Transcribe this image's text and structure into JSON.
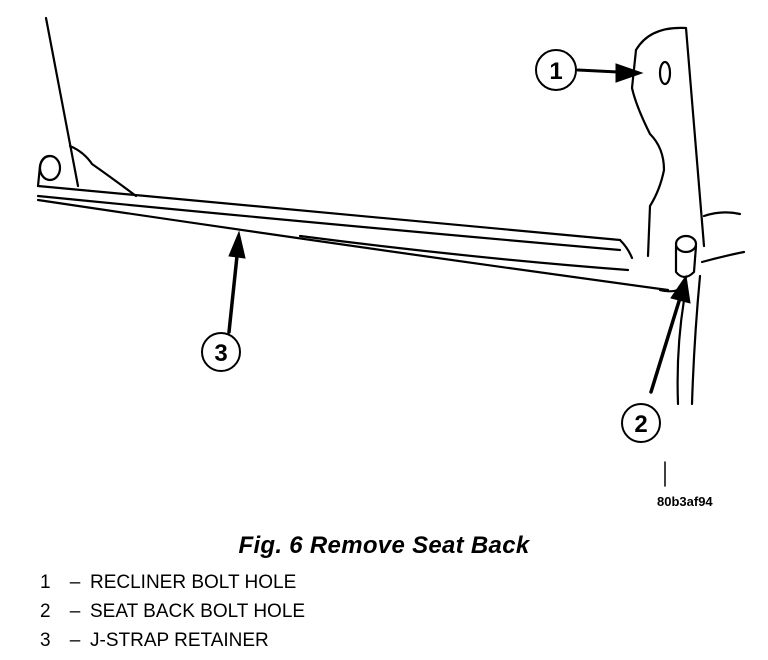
{
  "figure": {
    "art_code": "80b3af94",
    "caption": "Fig. 6 Remove Seat Back"
  },
  "callouts": [
    {
      "number": "1"
    },
    {
      "number": "2"
    },
    {
      "number": "3"
    }
  ],
  "legend": [
    {
      "number": "1",
      "separator": "–",
      "label": "RECLINER BOLT HOLE"
    },
    {
      "number": "2",
      "separator": "–",
      "label": "SEAT BACK BOLT HOLE"
    },
    {
      "number": "3",
      "separator": "–",
      "label": "J-STRAP RETAINER"
    }
  ]
}
